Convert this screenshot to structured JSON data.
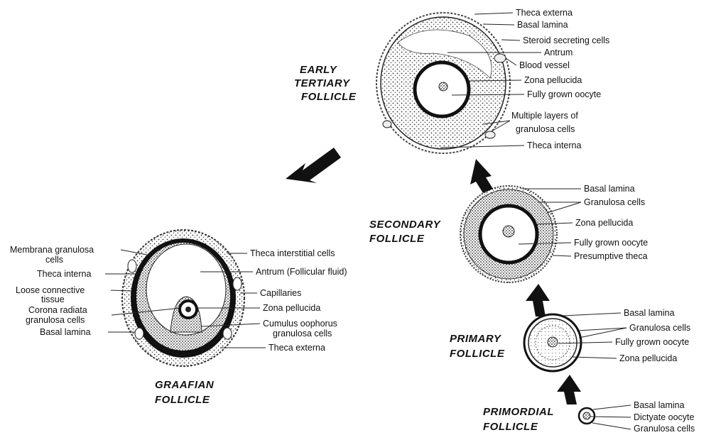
{
  "stages": {
    "early_tertiary": [
      "EARLY",
      "TERTIARY",
      "FOLLICLE"
    ],
    "secondary": [
      "SECONDARY",
      "FOLLICLE"
    ],
    "primary": [
      "PRIMARY",
      "FOLLICLE"
    ],
    "primordial": [
      "PRIMORDIAL",
      "FOLLICLE"
    ],
    "graafian": [
      "GRAAFIAN",
      "FOLLICLE"
    ]
  },
  "labels": {
    "early_tertiary": [
      "Theca externa",
      "Basal lamina",
      "Steroid secreting cells",
      "Antrum",
      "Blood vessel",
      "Zona pellucida",
      "Fully grown oocyte",
      "Multiple layers of",
      "granulosa cells",
      "Theca interna"
    ],
    "secondary": [
      "Basal lamina",
      "Granulosa cells",
      "Zona pellucida",
      "Fully grown oocyte",
      "Presumptive theca"
    ],
    "primary": [
      "Basal lamina",
      "Granulosa cells",
      "Fully grown oocyte",
      "Zona pellucida"
    ],
    "primordial": [
      "Basal lamina",
      "Dictyate oocyte",
      "Granulosa cells"
    ],
    "graafian_left": [
      "Membrana granulosa",
      "cells",
      "Theca interna",
      "Loose connective",
      "tissue",
      "Corona radiata",
      "granulosa cells",
      "Basal lamina"
    ],
    "graafian_right": [
      "Theca interstitial cells",
      "Antrum (Follicular fluid)",
      "Capillaries",
      "Zona pellucida",
      "Cumulus oophorus",
      "granulosa cells",
      "Theca externa"
    ]
  },
  "icons": [
    "arrow-icon"
  ],
  "colors": {
    "ink": "#111111",
    "background": "#ffffff"
  }
}
